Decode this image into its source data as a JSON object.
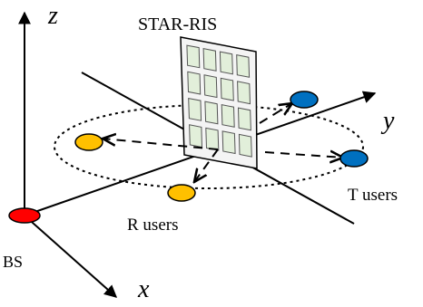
{
  "diagram": {
    "axis_labels": {
      "z": "z",
      "y": "y",
      "x": "x"
    },
    "panel_label": "STAR-RIS",
    "node_labels": {
      "bs": "BS",
      "r_users": "R users",
      "t_users": "T users"
    },
    "colors": {
      "bs": "#ff0000",
      "r_user": "#ffc000",
      "t_user": "#0070c0",
      "panel_fill": "#f2f2f2",
      "element_fill": "#e2efda",
      "stroke": "#000000"
    }
  }
}
